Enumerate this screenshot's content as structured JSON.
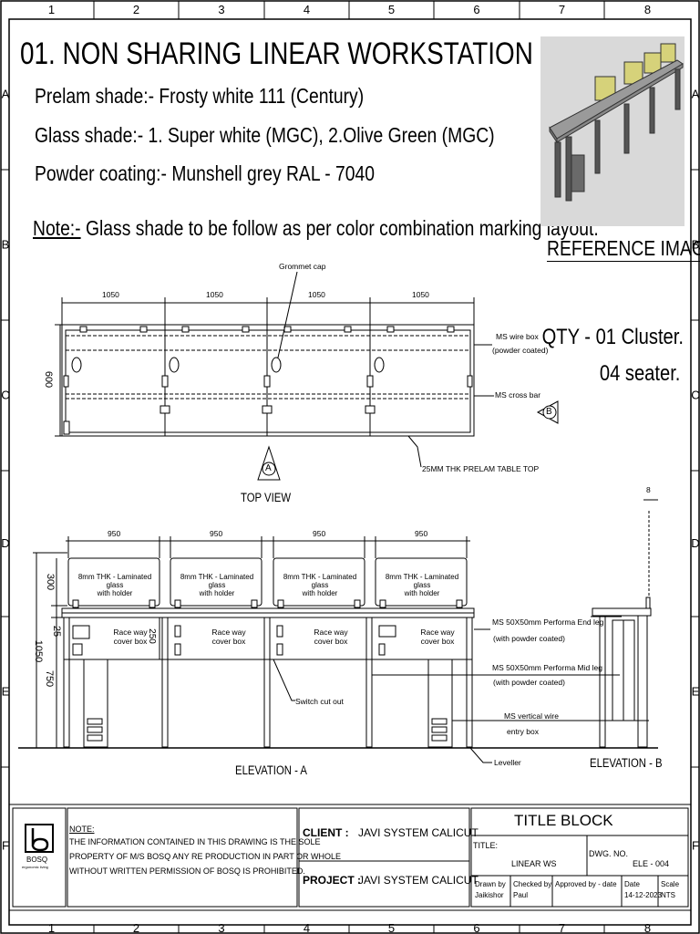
{
  "border": {
    "columns": [
      "1",
      "2",
      "3",
      "4",
      "5",
      "6",
      "7",
      "8"
    ],
    "rows": [
      "A",
      "B",
      "C",
      "D",
      "E",
      "F"
    ]
  },
  "header": {
    "title": "01. NON SHARING LINEAR WORKSTATION",
    "prelam": "Prelam shade:- Frosty white 111 (Century)",
    "glass": "Glass shade:- 1. Super white (MGC), 2.Olive Green (MGC)",
    "powder": "Powder coating:- Munshell grey RAL - 7040",
    "note_prefix": "Note:-",
    "note_text": " Glass shade to be follow as per color combination marking layout."
  },
  "reference": {
    "label": "REFERENCE IMAGE",
    "glass_color": "#d6d27a"
  },
  "qty": {
    "line1": "QTY - 01 Cluster.",
    "line2": "04 seater."
  },
  "top_view": {
    "label": "TOP VIEW",
    "dims": [
      "1050",
      "1050",
      "1050",
      "1050"
    ],
    "depth": "600",
    "grommet": "Grommet cap",
    "wire_box_1": "MS wire box",
    "wire_box_2": "(powder coated)",
    "cross_bar": "MS cross bar",
    "table_top": "25MM THK PRELAM TABLE TOP",
    "marker_a": "A",
    "marker_b": "B"
  },
  "elevation_a": {
    "label": "ELEVATION - A",
    "dims": [
      "950",
      "950",
      "950",
      "950"
    ],
    "glass_1": "8mm THK - Laminated glass",
    "glass_2": "with holder",
    "raceway_1": "Race way",
    "raceway_2": "cover box",
    "h_300": "300",
    "h_25": "25",
    "h_1050": "1050",
    "h_750": "750",
    "h_250": "250",
    "switch": "Switch cut out",
    "end_leg_1": "MS 50X50mm Performa End leg",
    "end_leg_2": "(with powder coated)",
    "mid_leg_1": "MS 50X50mm Performa Mid leg",
    "mid_leg_2": "(with powder coated)",
    "vert_1": "MS vertical wire",
    "vert_2": "entry box",
    "leveller": "Leveller"
  },
  "elevation_b": {
    "label": "ELEVATION - B",
    "dim": "8"
  },
  "title_block": {
    "logo": "BOSQ",
    "logo_sub": "ergonomic living",
    "note_head": "NOTE:",
    "note_1": "THE INFORMATION CONTAINED IN THIS DRAWING IS THE SOLE",
    "note_2": "PROPERTY OF M/S BOSQ ANY RE PRODUCTION IN PART OR WHOLE",
    "note_3": "WITHOUT WRITTEN PERMISSION OF BOSQ IS PROHIBITED.",
    "client_label": "CLIENT :",
    "client": "JAVI SYSTEM CALICUT",
    "project_label": "PROJECT :",
    "project": "JAVI SYSTEM CALICUT",
    "block_title": "TITLE BLOCK",
    "title_label": "TITLE:",
    "title_value": "LINEAR WS",
    "dwg_label": "DWG. NO.",
    "dwg_value": "ELE  -  004",
    "drawn_label": "Drawn by",
    "drawn_value": "Jaikishor",
    "checked_label": "Checked by",
    "checked_value": "Paul",
    "approved_label": "Approved by - date",
    "date_label": "Date",
    "date_value": "14-12-2023",
    "scale_label": "Scale",
    "scale_value": "NTS"
  }
}
